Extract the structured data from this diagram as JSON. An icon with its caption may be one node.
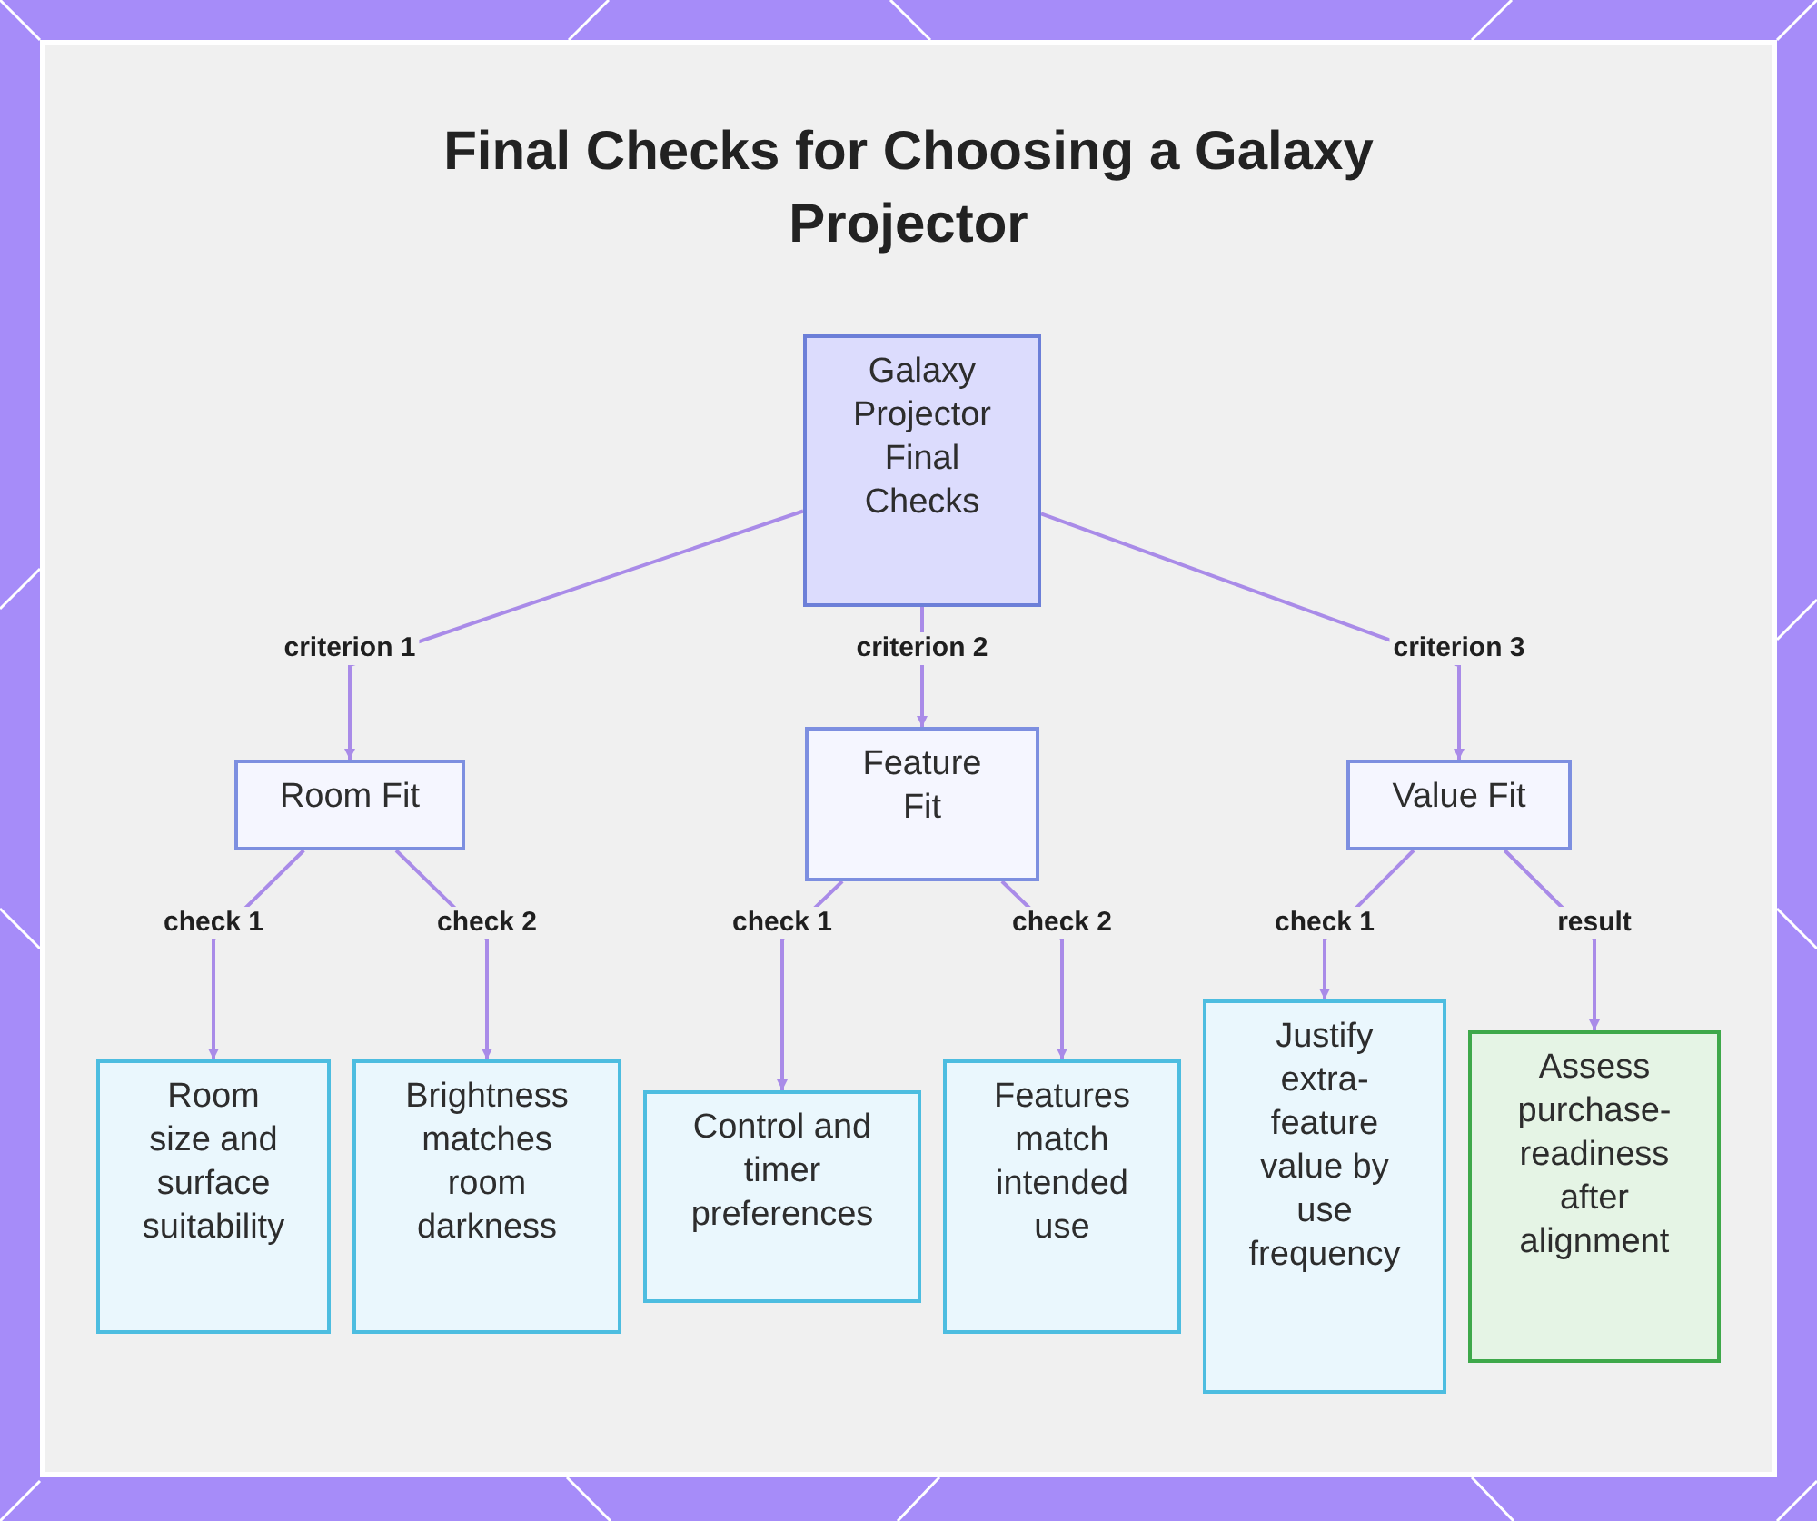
{
  "diagram": {
    "title": "Final Checks for Choosing a Galaxy Projector",
    "nodes": [
      {
        "text": [
          "Galaxy Projector Final Checks"
        ]
      },
      {
        "text": [
          "Room Fit"
        ]
      },
      {
        "text": [
          "Feature Fit"
        ]
      },
      {
        "text": [
          "Value Fit"
        ]
      },
      {
        "text": [
          "Room size and surface suitability"
        ]
      },
      {
        "text": [
          "Brightness matches room darkness"
        ]
      },
      {
        "text": [
          "Control and timer preferences"
        ]
      },
      {
        "text": [
          "Features match intended use"
        ]
      },
      {
        "text": [
          "Justify extra-feature value by use frequency"
        ]
      },
      {
        "text": [
          "Assess purchase-readiness after alignment"
        ]
      }
    ],
    "edges": [
      {
        "from": 0,
        "to": 1,
        "arrow": "to",
        "label": "criterion 1"
      },
      {
        "from": 0,
        "to": 2,
        "arrow": "to",
        "label": "criterion 2"
      },
      {
        "from": 0,
        "to": 3,
        "arrow": "to",
        "label": "criterion 3"
      },
      {
        "from": 1,
        "to": 4,
        "arrow": "to",
        "label": "check 1"
      },
      {
        "from": 1,
        "to": 5,
        "arrow": "to",
        "label": "check 2"
      },
      {
        "from": 2,
        "to": 6,
        "arrow": "to",
        "label": "check 1"
      },
      {
        "from": 2,
        "to": 7,
        "arrow": "to",
        "label": "check 2"
      },
      {
        "from": 3,
        "to": 8,
        "arrow": "to",
        "label": "check 1"
      },
      {
        "from": 3,
        "to": 9,
        "arrow": "to",
        "label": "result"
      }
    ]
  }
}
